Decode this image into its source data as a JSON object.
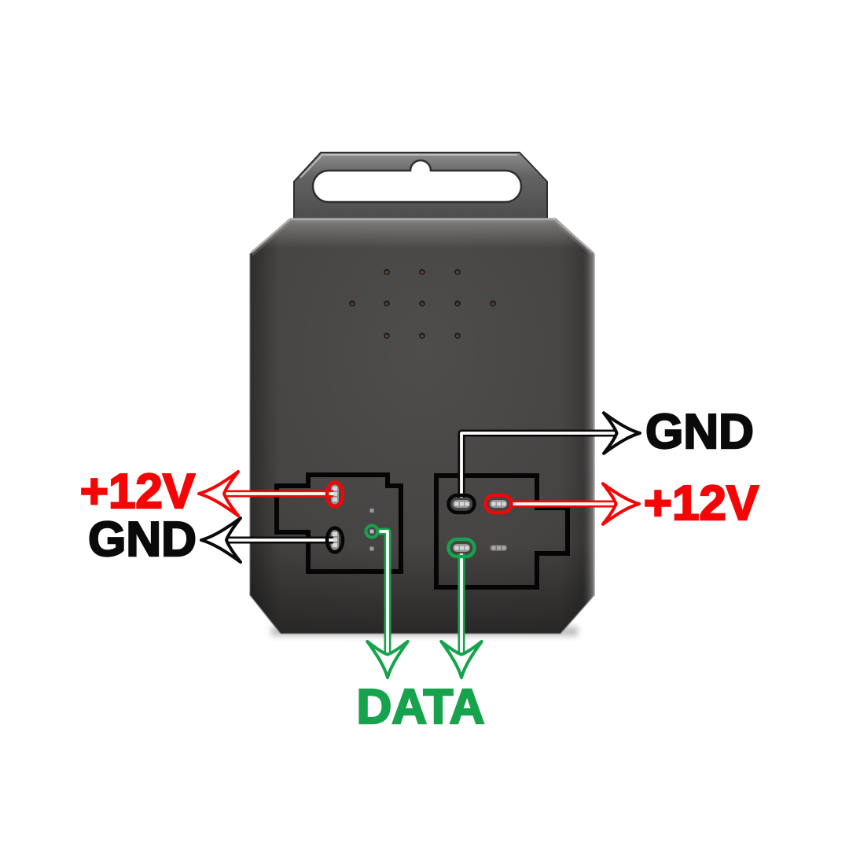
{
  "figure": {
    "type": "device-pinout-diagram",
    "background": "#ffffff",
    "device": {
      "name": "tracker-module-rear-housing-with-hanger-tab",
      "body_color": "#454342",
      "speaker_hole_rows": [
        3,
        5,
        3
      ]
    },
    "colors": {
      "power": "#f50505",
      "ground": "#0a0a0a",
      "data": "#17a34d",
      "connector_outline": "#050505"
    },
    "labels": {
      "left_power": "+12V",
      "left_ground": "GND",
      "right_ground": "GND",
      "right_power": "+12V",
      "data": "DATA"
    },
    "connectors": {
      "left": {
        "annotated_pins": [
          "+12V",
          "GND",
          "DATA"
        ]
      },
      "right": {
        "annotated_pins": [
          "GND",
          "+12V",
          "DATA"
        ]
      }
    }
  }
}
